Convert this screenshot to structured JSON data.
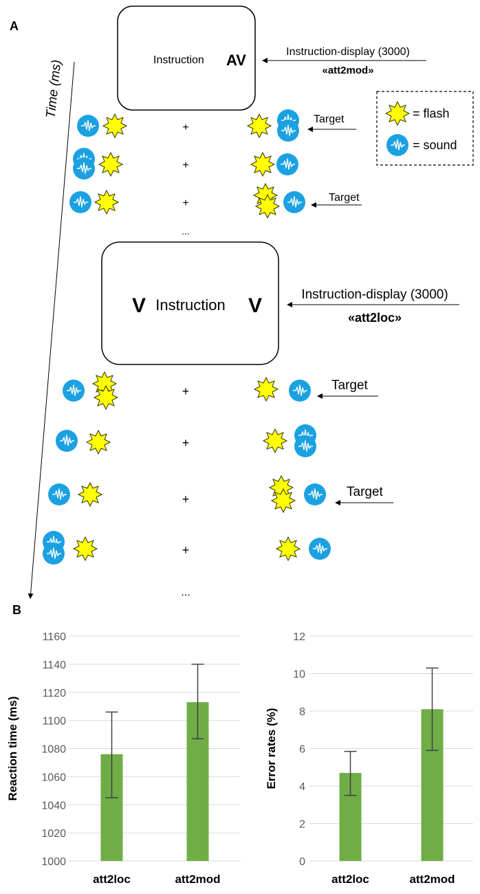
{
  "panel_a": {
    "label": "A",
    "time_axis_label": "Time (ms)",
    "legend": {
      "flash_label": "= flash",
      "sound_label": "= sound"
    },
    "block1": {
      "instruction_word": "Instruction",
      "modality_cue": "AV",
      "display_label": "Instruction-display (3000)",
      "condition_tag": "«att2mod»",
      "rows": [
        {
          "fixation": "+",
          "target_label": "Target"
        },
        {
          "fixation": "+",
          "target_label": ""
        },
        {
          "fixation": "+",
          "target_label": "Target"
        }
      ],
      "ellipsis": "..."
    },
    "block2": {
      "instruction_word": "Instruction",
      "cue_left": "V",
      "cue_right": "V",
      "display_label": "Instruction-display (3000)",
      "condition_tag": "«att2loc»",
      "rows": [
        {
          "fixation": "+",
          "target_label": "Target"
        },
        {
          "fixation": "+",
          "target_label": ""
        },
        {
          "fixation": "+",
          "target_label": "Target"
        },
        {
          "fixation": "+",
          "target_label": ""
        }
      ],
      "ellipsis": "..."
    }
  },
  "panel_b": {
    "label": "B"
  },
  "colors": {
    "bar": "#70ad47",
    "sound": "#1ba1e2",
    "flash": "#ffff00",
    "grid": "#d9d9d9",
    "error_bar": "#404040"
  },
  "chart_data": [
    {
      "type": "bar",
      "categories": [
        "att2loc",
        "att2mod"
      ],
      "values": [
        1076,
        1113
      ],
      "error_low": [
        1045,
        1087
      ],
      "error_high": [
        1106,
        1140
      ],
      "ylabel": "Reaction time (ms)",
      "ylim": [
        1000,
        1160
      ],
      "yticks": [
        1000,
        1020,
        1040,
        1060,
        1080,
        1100,
        1120,
        1140,
        1160
      ],
      "grid": true
    },
    {
      "type": "bar",
      "categories": [
        "att2loc",
        "att2mod"
      ],
      "values": [
        4.7,
        8.1
      ],
      "error_low": [
        3.5,
        5.9
      ],
      "error_high": [
        5.85,
        10.3
      ],
      "ylabel": "Error rates (%)",
      "ylim": [
        0,
        12
      ],
      "yticks": [
        0,
        2,
        4,
        6,
        8,
        10,
        12
      ],
      "grid": true
    }
  ]
}
